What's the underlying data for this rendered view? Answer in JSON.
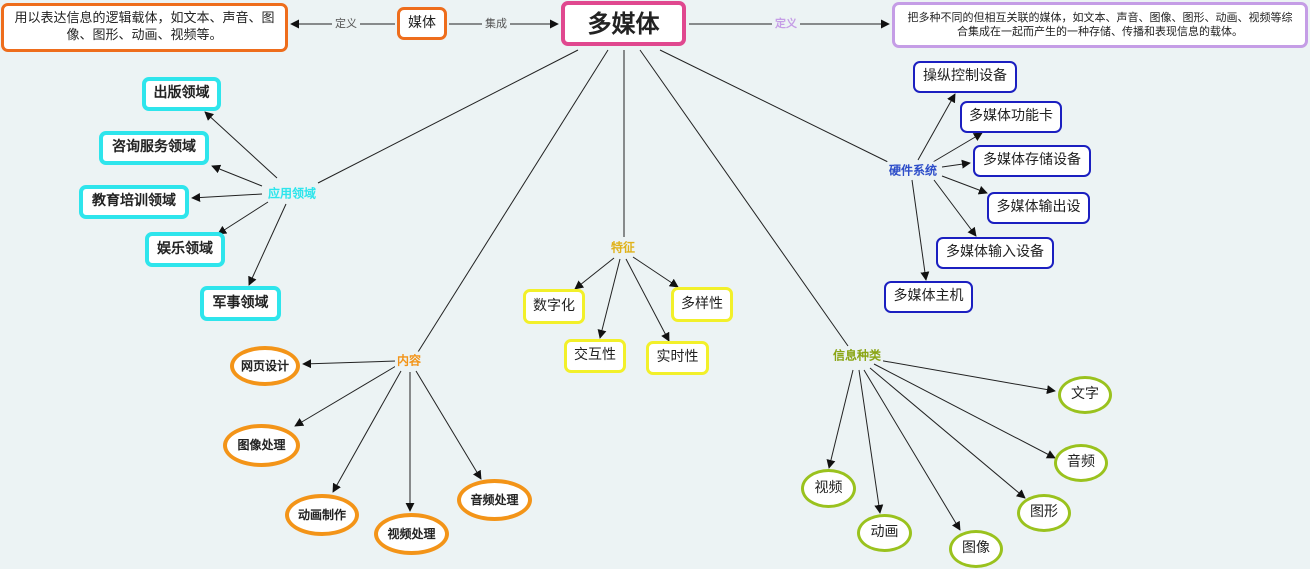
{
  "center": {
    "title": "多媒体"
  },
  "media": {
    "label": "媒体",
    "link_define": "定义",
    "link_integrate": "集成",
    "definition": "用以表达信息的逻辑载体，如文本、声音、图像、图形、动画、视频等。"
  },
  "multimedia_definition": {
    "link_label": "定义",
    "text": "把多种不同的但相互关联的媒体，如文本、声音、图像、图形、动画、视频等综合集成在一起而产生的一种存储、传播和表现信息的载体。"
  },
  "applications": {
    "label": "应用领域",
    "items": [
      "出版领域",
      "咨询服务领域",
      "教育培训领域",
      "娱乐领域",
      "军事领域"
    ]
  },
  "content": {
    "label": "内容",
    "items": [
      "网页设计",
      "图像处理",
      "动画制作",
      "视频处理",
      "音频处理"
    ]
  },
  "features": {
    "label": "特征",
    "items": [
      "数字化",
      "交互性",
      "实时性",
      "多样性"
    ]
  },
  "info_types": {
    "label": "信息种类",
    "items": [
      "文字",
      "音频",
      "图形",
      "图像",
      "动画",
      "视频"
    ]
  },
  "hardware": {
    "label": "硬件系统",
    "items": [
      "操纵控制设备",
      "多媒体功能卡",
      "多媒体存储设备",
      "多媒体输出设",
      "多媒体输入设备",
      "多媒体主机"
    ]
  },
  "colors": {
    "center": "#e0488f",
    "media": "#ee6d1c",
    "definition": "#c59de6",
    "applications": "#2ee5ec",
    "content": "#f39418",
    "features": "#f2f02a",
    "features_label": "#e0b21a",
    "info_types": "#9ac21e",
    "info_label": "#8aa514",
    "hardware": "#1b1fc0",
    "hardware_label": "#2e4ec9"
  }
}
